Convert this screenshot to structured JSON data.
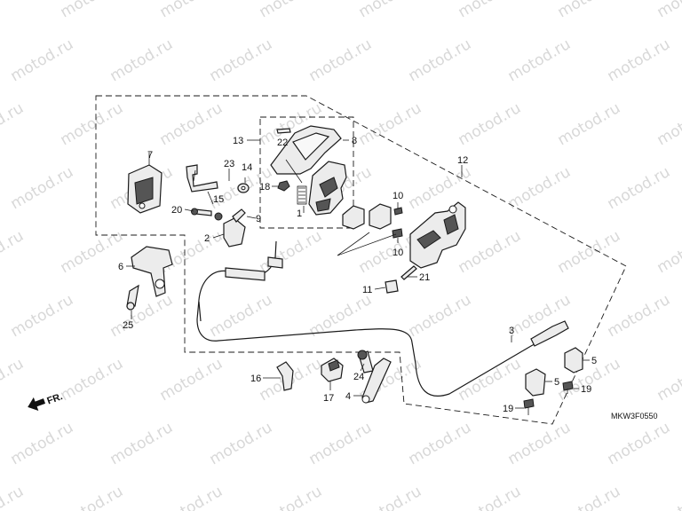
{
  "watermark_text": "motod.ru",
  "diagram_code": "MKW3F0550",
  "front_indicator": "FR.",
  "callouts": {
    "c1": "1",
    "c2": "2",
    "c3": "3",
    "c4": "4",
    "c5a": "5",
    "c5b": "5",
    "c6": "6",
    "c7": "7",
    "c8": "8",
    "c9": "9",
    "c10a": "10",
    "c10b": "10",
    "c11": "11",
    "c12": "12",
    "c13": "13",
    "c14": "14",
    "c15": "15",
    "c16": "16",
    "c17": "17",
    "c18": "18",
    "c19a": "19",
    "c19b": "19",
    "c20": "20",
    "c21": "21",
    "c22": "22",
    "c23": "23",
    "c24": "24",
    "c25": "25"
  }
}
